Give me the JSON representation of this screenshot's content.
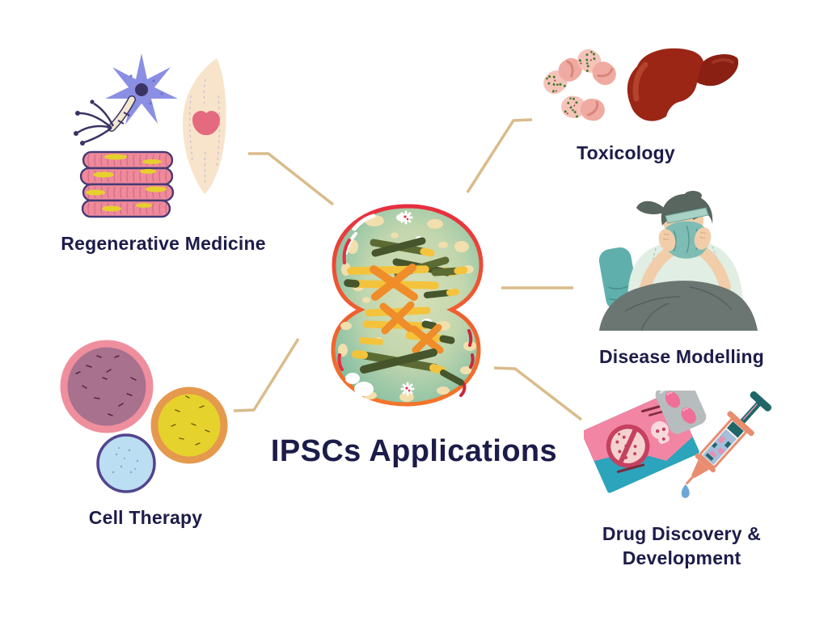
{
  "title": "IPSCs Applications",
  "center": {
    "icon": "dividing-cell-icon"
  },
  "branches": {
    "regenerative_medicine": {
      "label": "Regenerative Medicine",
      "icons": [
        "neuron-icon",
        "spindle-cell-icon",
        "muscle-fibers-icon"
      ]
    },
    "toxicology": {
      "label": "Toxicology",
      "icons": [
        "capsule-pills-icon",
        "liver-icon"
      ]
    },
    "disease_modelling": {
      "label": "Disease Modelling",
      "icons": [
        "sick-person-icon"
      ]
    },
    "drug_discovery_development": {
      "label": "Drug Discovery & Development",
      "label_line1": "Drug Discovery &",
      "label_line2": "Development",
      "icons": [
        "medicine-box-icon",
        "syringe-icon"
      ]
    },
    "cell_therapy": {
      "label": "Cell Therapy",
      "icons": [
        "stem-cells-icon"
      ]
    }
  },
  "palette": {
    "background": "#ffffff",
    "text_navy": "#1c1c4a",
    "connector_tan": "#d9bc8a",
    "cell_outline_red": "#e62e40",
    "cell_outline_orange": "#f2752a",
    "cell_fill_teal": "#62b29c",
    "cell_fill_pale": "#d6dfb6",
    "chromosome_olive": "#5c6b33",
    "chromosome_dark_green": "#46552c",
    "chromosome_orange": "#ef8d2a",
    "chromosome_yellow": "#f4c33c",
    "neuron_purple": "#8b8fe3",
    "muscle_pink": "#ee8a9b",
    "liver_red": "#9b2616",
    "capsule_pink": "#efaba1",
    "tissue_teal": "#7fbcb4",
    "blanket_gray": "#6b7673",
    "box_pink": "#f285a3",
    "box_teal": "#2ba4bc",
    "syringe_teal": "#1f6668",
    "syringe_salmon": "#e88d70",
    "cell_mauve": "#a8718e",
    "cell_yellow": "#e6d22c",
    "cell_blue": "#bbdef2"
  }
}
